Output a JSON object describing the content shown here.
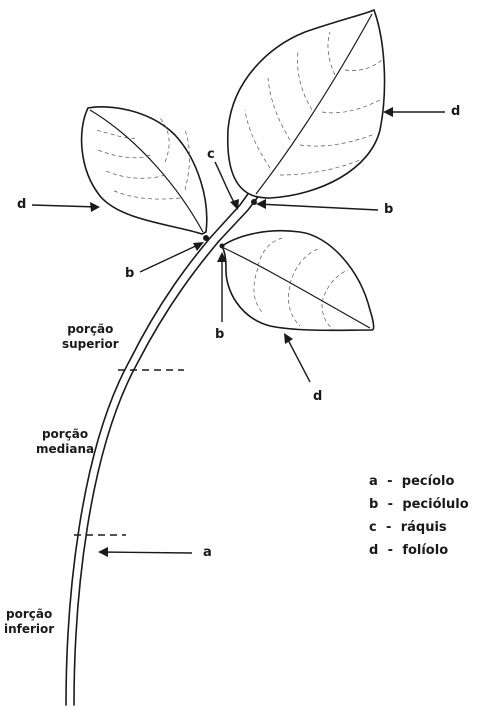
{
  "labels": {
    "a": "a",
    "b_left": "b",
    "b_right": "b",
    "b_bottom": "b",
    "c": "c",
    "d_left": "d",
    "d_top": "d",
    "d_bottom": "d"
  },
  "regions": {
    "superior": {
      "line1": "porção",
      "line2": "superior"
    },
    "mediana": {
      "line1": "porção",
      "line2": "mediana"
    },
    "inferior": {
      "line1": "porção",
      "line2": "inferior"
    }
  },
  "legend": [
    {
      "key": "a",
      "dash": "-",
      "text": "pecíolo"
    },
    {
      "key": "b",
      "dash": "-",
      "text": "peciólulo"
    },
    {
      "key": "c",
      "dash": "-",
      "text": "ráquis"
    },
    {
      "key": "d",
      "dash": "-",
      "text": "folíolo"
    }
  ]
}
